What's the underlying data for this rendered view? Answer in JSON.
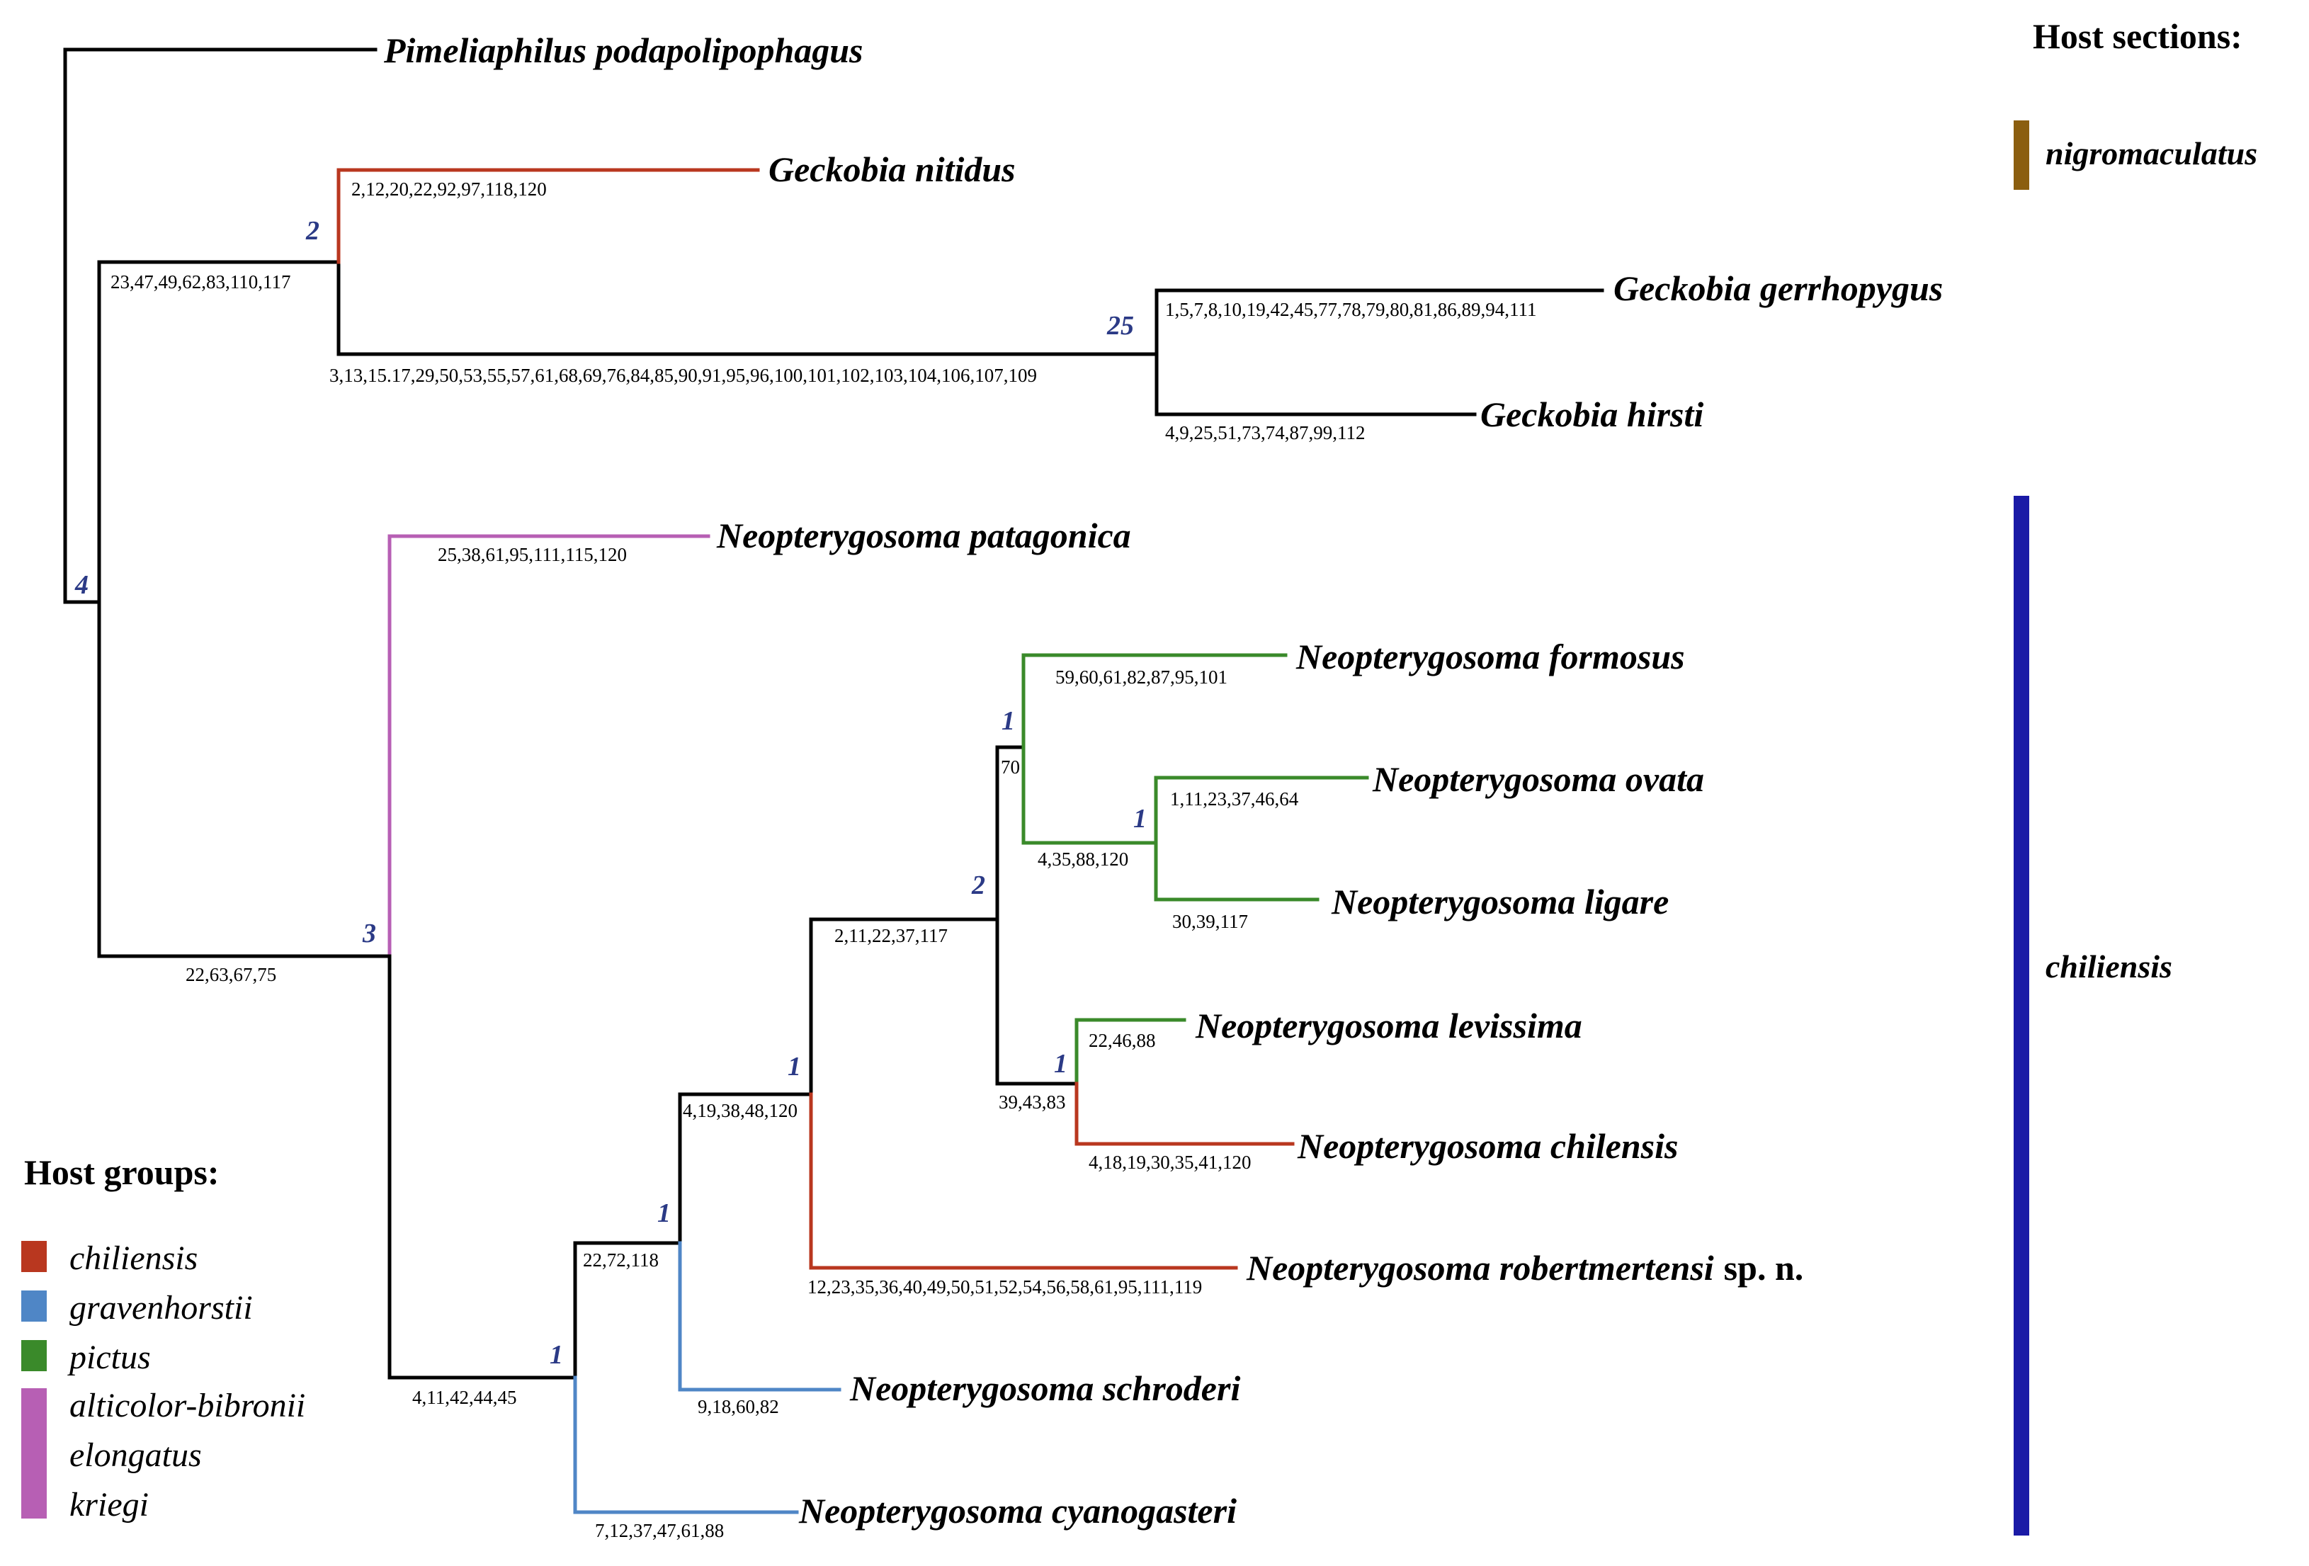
{
  "colors": {
    "black": "#000000",
    "chiliensis": "#b9371f",
    "gravenhorstii": "#4f86c6",
    "pictus": "#3a8a2a",
    "purple": "#b75fb4",
    "nigromaculatus": "#8b5e0f",
    "chiliensis_section": "#1a1aa6"
  },
  "taxa": {
    "pimeliaphilus": "Pimeliaphilus podapolipophagus",
    "nitidus": "Geckobia nitidus",
    "gerrhopygus": "Geckobia gerrhopygus",
    "hirsti": "Geckobia hirsti",
    "patagonica": "Neopterygosoma patagonica",
    "formosus": "Neopterygosoma formosus",
    "ovata": "Neopterygosoma ovata",
    "ligare": "Neopterygosoma ligare",
    "levissima": "Neopterygosoma levissima",
    "chilensis": "Neopterygosoma chilensis",
    "robertmertensi": "Neopterygosoma robertmertensi",
    "robertmertensi_suffix": "sp. n.",
    "schroderi": "Neopterygosoma schroderi",
    "cyanogasteri": "Neopterygosoma cyanogasteri"
  },
  "support": {
    "root": "4",
    "geckobia": "2",
    "gerr_hirsti": "25",
    "neoptery": "3",
    "n1": "1",
    "n2": "1",
    "n3": "1",
    "n4": "2",
    "n5": "1",
    "n6": "1",
    "n7": "1"
  },
  "characters": {
    "nitidus": "2,12,20,22,92,97,118,120",
    "geckobia": "23,47,49,62,83,110,117",
    "gerr_hirsti": "3,13,15.17,29,50,53,55,57,61,68,69,76,84,85,90,91,95,96,100,101,102,103,104,106,107,109",
    "gerrhopygus": "1,5,7,8,10,19,42,45,77,78,79,80,81,86,89,94,111",
    "hirsti": "4,9,25,51,73,74,87,99,112",
    "patagonica": "25,38,61,95,111,115,120",
    "neoptery": "22,63,67,75",
    "formosus": "59,60,61,82,87,95,101",
    "n5": "70",
    "ovata": "1,11,23,37,46,64",
    "n6": "4,35,88,120",
    "ligare": "30,39,117",
    "n4": "2,11,22,37,117",
    "levissima": "22,46,88",
    "n7": "39,43,83",
    "chilensis": "4,18,19,30,35,41,120",
    "n3": "4,19,38,48,120",
    "n2": "22,72,118",
    "robertmertensi": "12,23,35,36,40,49,50,51,52,54,56,58,61,95,111,119",
    "schroderi": "9,18,60,82",
    "n1": "4,11,42,44,45",
    "cyanogasteri": "7,12,37,47,61,88"
  },
  "legend": {
    "title": "Host groups:",
    "items": [
      "chiliensis",
      "gravenhorstii",
      "pictus",
      "alticolor-bibronii",
      "elongatus",
      "kriegi"
    ]
  },
  "sections": {
    "title": "Host sections:",
    "items": [
      "nigromaculatus",
      "chiliensis"
    ]
  }
}
